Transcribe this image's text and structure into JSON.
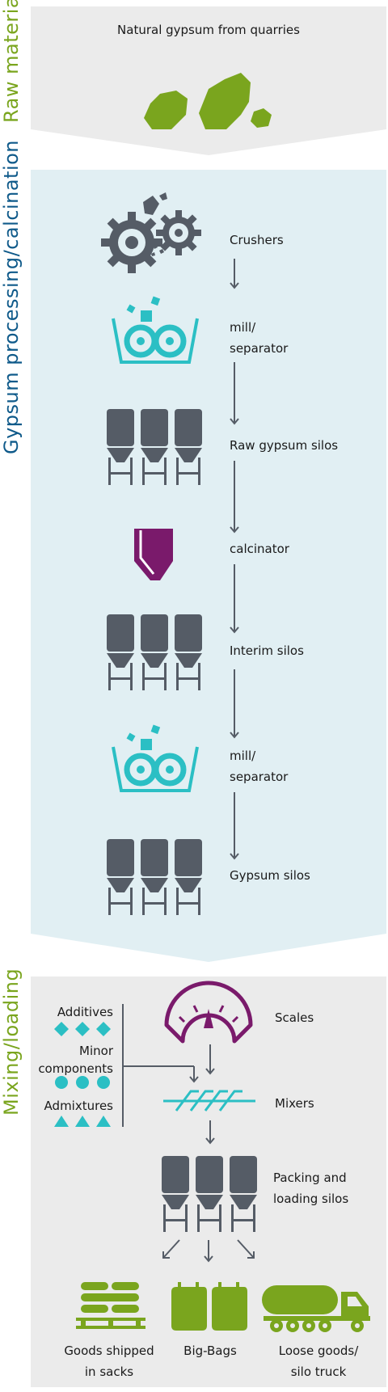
{
  "sections": {
    "raw_material": {
      "title": "Raw material",
      "caption": "Natural gypsum from quarries"
    },
    "processing": {
      "title": "Gypsum processing/calcination",
      "steps": [
        {
          "label": "Crushers",
          "icon": "crusher-gears-icon"
        },
        {
          "label_line1": "mill/",
          "label_line2": "separator",
          "icon": "mill-separator-icon"
        },
        {
          "label": "Raw gypsum silos",
          "icon": "silos-icon"
        },
        {
          "label": "calcinator",
          "icon": "calcinator-icon"
        },
        {
          "label": "Interim silos",
          "icon": "silos-icon"
        },
        {
          "label_line1": "mill/",
          "label_line2": "separator",
          "icon": "mill-separator-icon"
        },
        {
          "label": "Gypsum silos",
          "icon": "silos-icon"
        }
      ]
    },
    "mixing": {
      "title": "Mixing/loading",
      "inputs": {
        "additives": "Additives",
        "minor_line1": "Minor",
        "minor_line2": "components",
        "admixtures": "Admixtures"
      },
      "scales": "Scales",
      "mixers": "Mixers",
      "packing_line1": "Packing and",
      "packing_line2": "loading silos",
      "outputs": {
        "sacks_line1": "Goods shipped",
        "sacks_line2": "in sacks",
        "bigbags": "Big-Bags",
        "loose_line1": "Loose goods/",
        "loose_line2": "silo truck"
      }
    }
  },
  "colors": {
    "green": "#7aa51e",
    "blue": "#0f5a8a",
    "teal": "#2bbfc4",
    "purple": "#7a1a6b",
    "slate": "#555c66",
    "light_blue_bg": "#e1eff3",
    "grey_bg": "#ebebeb"
  }
}
